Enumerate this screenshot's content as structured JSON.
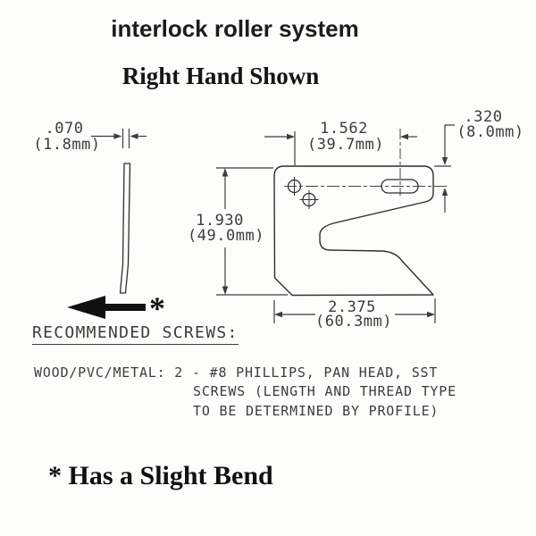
{
  "title": "interlock roller system",
  "subtitle": "Right Hand Shown",
  "drawing": {
    "dims": {
      "thickness": {
        "inch": ".070",
        "mm": "(1.8mm)"
      },
      "hole_to_slot": {
        "inch": "1.562",
        "mm": "(39.7mm)"
      },
      "top_to_slot": {
        "inch": ".320",
        "mm": "(8.0mm)"
      },
      "height": {
        "inch": "1.930",
        "mm": "(49.0mm)"
      },
      "width": {
        "inch": "2.375",
        "mm": "(60.3mm)"
      }
    },
    "bend_marker": "*"
  },
  "screws": {
    "heading": "RECOMMENDED SCREWS:",
    "line1": "WOOD/PVC/METAL: 2 - #8 PHILLIPS, PAN HEAD, SST",
    "line2": "SCREWS (LENGTH AND THREAD TYPE",
    "line3": "TO BE DETERMINED BY PROFILE)"
  },
  "footnote": "* Has a Slight Bend",
  "colors": {
    "outline": "#2e2e2e",
    "dimension_line": "#3c3c3c",
    "text": "#3c3c3c",
    "arrow_fill": "#111111",
    "background": "#fdfdfc"
  }
}
